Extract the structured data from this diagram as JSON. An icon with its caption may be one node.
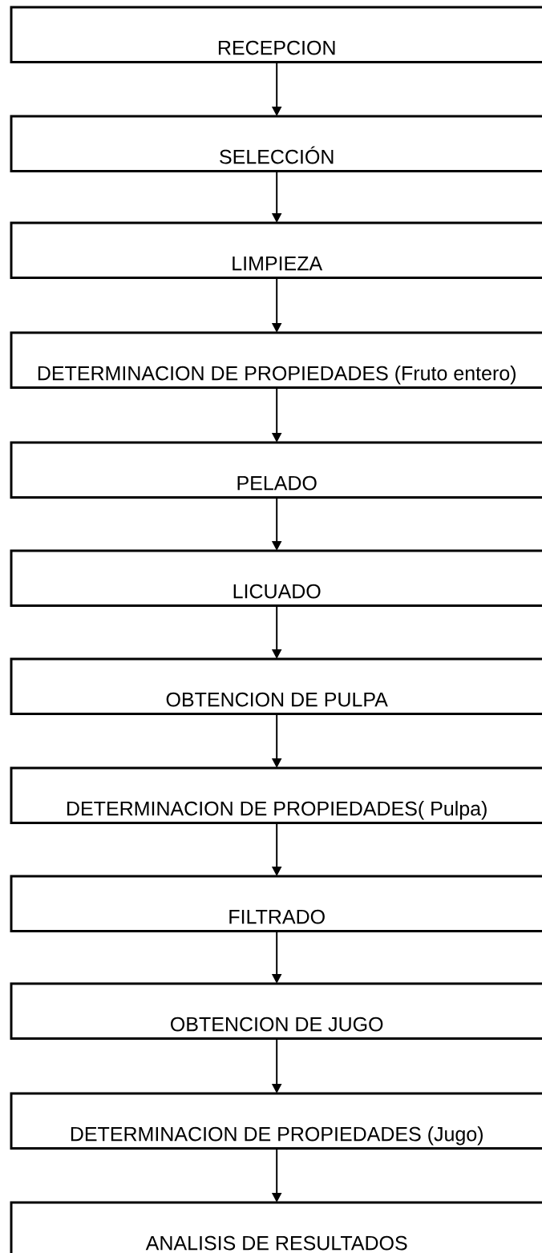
{
  "diagram": {
    "nodes": [
      {
        "text": [
          "RECEPCION"
        ]
      },
      {
        "text": [
          "SELECCIÓN"
        ]
      },
      {
        "text": [
          "LIMPIEZA"
        ]
      },
      {
        "text": [
          "DETERMINACION DE PROPIEDADES (Fruto entero)"
        ]
      },
      {
        "text": [
          "PELADO"
        ]
      },
      {
        "text": [
          "LICUADO"
        ]
      },
      {
        "text": [
          "OBTENCION DE PULPA"
        ]
      },
      {
        "text": [
          "DETERMINACION DE PROPIEDADES( Pulpa)"
        ]
      },
      {
        "text": [
          "FILTRADO"
        ]
      },
      {
        "text": [
          "OBTENCION DE JUGO"
        ]
      },
      {
        "text": [
          "DETERMINACION DE PROPIEDADES (Jugo)"
        ]
      },
      {
        "text": [
          "ANALISIS DE RESULTADOS"
        ]
      }
    ],
    "edges": [
      {
        "from": 0,
        "to": 1,
        "arrow": "to"
      },
      {
        "from": 1,
        "to": 2,
        "arrow": "to"
      },
      {
        "from": 2,
        "to": 3,
        "arrow": "to"
      },
      {
        "from": 3,
        "to": 4,
        "arrow": "to"
      },
      {
        "from": 4,
        "to": 5,
        "arrow": "to"
      },
      {
        "from": 5,
        "to": 6,
        "arrow": "to"
      },
      {
        "from": 6,
        "to": 7,
        "arrow": "to"
      },
      {
        "from": 7,
        "to": 8,
        "arrow": "to"
      },
      {
        "from": 8,
        "to": 9,
        "arrow": "to"
      },
      {
        "from": 9,
        "to": 10,
        "arrow": "to"
      },
      {
        "from": 10,
        "to": 11,
        "arrow": "to"
      }
    ]
  }
}
